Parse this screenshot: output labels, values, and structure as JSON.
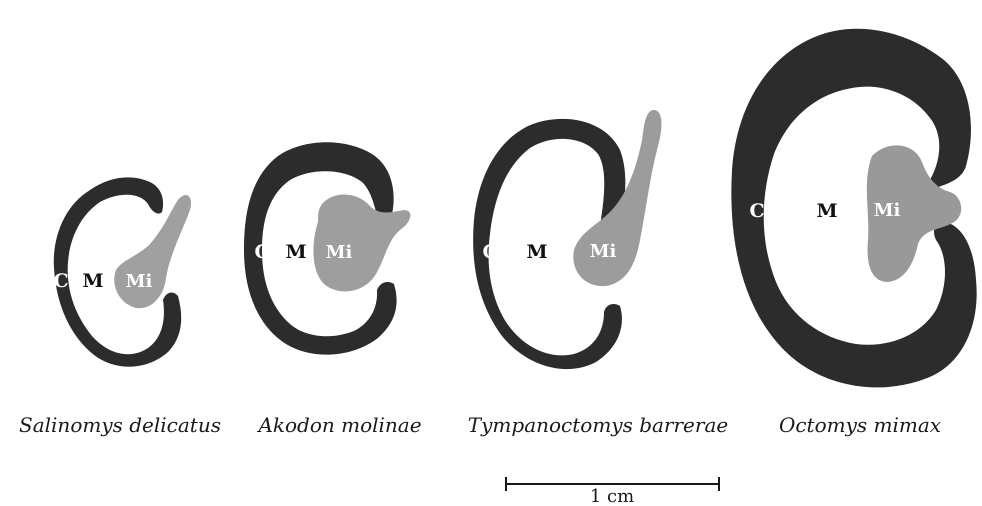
{
  "labels": {
    "cortex": "C",
    "medulla": "M",
    "micro": "Mi"
  },
  "species": [
    {
      "name": "Salinomys delicatus"
    },
    {
      "name": "Akodon molinae"
    },
    {
      "name": "Tympanoctomys barrerae"
    },
    {
      "name": "Octomys mimax"
    }
  ],
  "scale_bar": {
    "label": "1 cm"
  },
  "colors": {
    "cortex": "#2c2c2c",
    "medulla": "#ffffff",
    "inner_medulla": "#9a9a9a",
    "text": "#1a1a1a"
  }
}
